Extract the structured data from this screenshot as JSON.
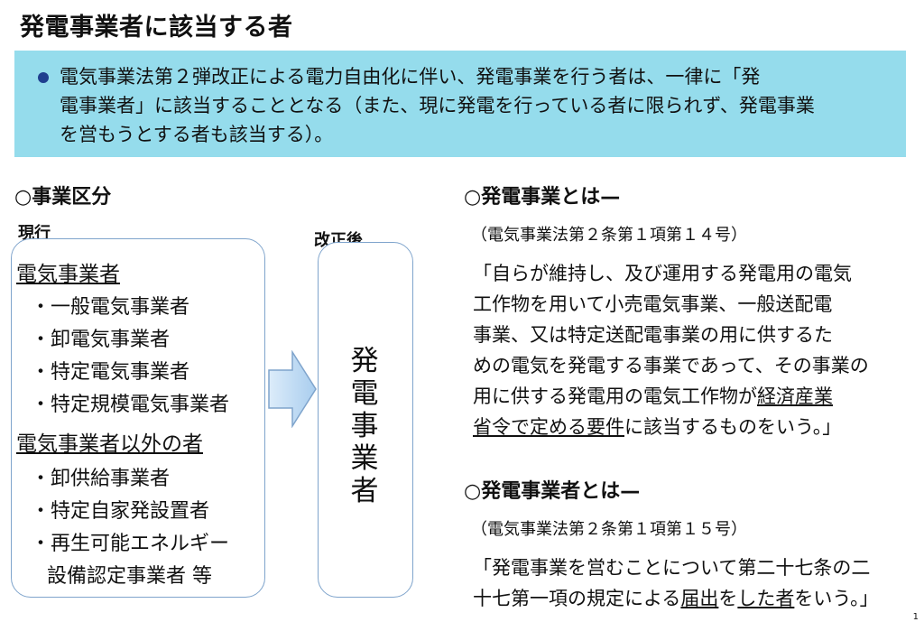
{
  "title": "発電事業者に該当する者",
  "banner": {
    "lines": [
      "電気事業法第２弾改正による電力自由化に伴い、発電事業を行う者は、一律に「発",
      "電事業者」に該当することとなる（また、現に発電を行っている者に限られず、発電事業",
      "を営もうとする者も該当する）。"
    ]
  },
  "left": {
    "heading": "○事業区分",
    "current_label": "現行",
    "after_label": "改正後",
    "group1_title": "電気事業者",
    "group1_items": [
      "・一般電気事業者",
      "・卸電気事業者",
      "・特定電気事業者",
      "・特定規模電気事業者"
    ],
    "group2_title": "電気事業者以外の者",
    "group2_items": [
      "・卸供給事業者",
      "・特定自家発設置者",
      "・再生可能エネルギー"
    ],
    "group2_item_cont": "設備認定事業者 等",
    "after_text": [
      "発",
      "電",
      "事",
      "業",
      "者"
    ]
  },
  "right": {
    "def1": {
      "heading": "○発電事業とは—",
      "ref": "（電気事業法第２条第１項第１４号）",
      "lines": [
        "「自らが維持し、及び運用する発電用の電気",
        "工作物を用いて小売電気事業、一般送配電",
        "事業、又は特定送配電事業の用に供するた",
        "めの電気を発電する事業であって、その事業の"
      ],
      "line5_a": "用に供する発電用の電気工作物が",
      "line5_b": "経済産業",
      "line6_a": "省令で定める要件",
      "line6_b": "に該当するものをいう。」"
    },
    "def2": {
      "heading": "○発電事業者とは—",
      "ref": "（電気事業法第２条第１項第１５号）",
      "line1": "「発電事業を営むことについて第二十七条の二",
      "line2_a": "十七第一項の規定による",
      "line2_b": "届出",
      "line2_c": "を",
      "line2_d": "した者",
      "line2_e": "をいう。」"
    }
  },
  "page_number": "1",
  "colors": {
    "banner_bg": "#95dcec",
    "box_border": "#7fa4cc",
    "arrow_fill": "#b9d8f2",
    "bullet": "#1f3f8f"
  }
}
